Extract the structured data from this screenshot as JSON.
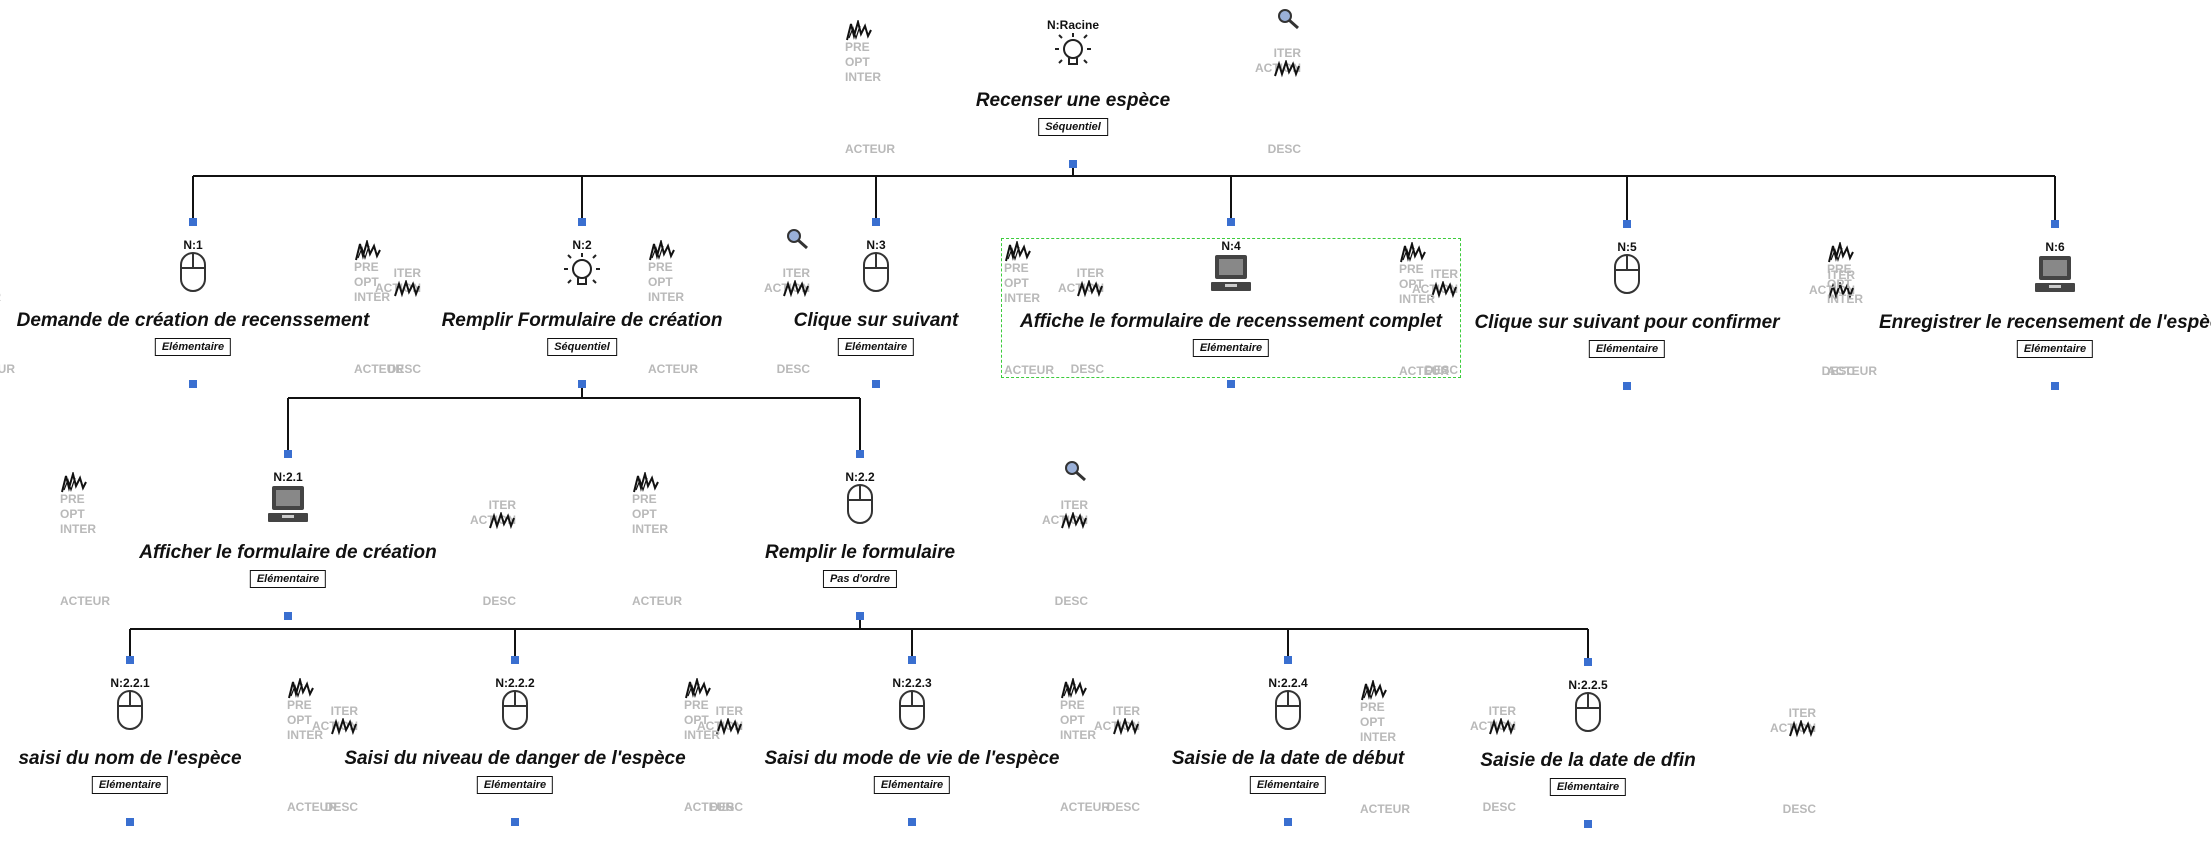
{
  "labels": {
    "pre": "PRE",
    "opt": "OPT",
    "inter": "INTER",
    "iter": "ITER",
    "action": "ACTION",
    "acteur": "ACTEUR",
    "desc": "DESC"
  },
  "nodes": {
    "root": {
      "num": "N:Racine",
      "title": "Recenser une espèce",
      "op": "Séquentiel",
      "icon": "lightbulb-icon",
      "tool": true
    },
    "n1": {
      "num": "N:1",
      "title": "Demande de création de recenssement",
      "op": "Elémentaire",
      "icon": "mouse-icon",
      "tool": false
    },
    "n2": {
      "num": "N:2",
      "title": "Remplir Formulaire de création",
      "op": "Séquentiel",
      "icon": "lightbulb-icon",
      "tool": true
    },
    "n3": {
      "num": "N:3",
      "title": "Clique sur suivant",
      "op": "Elémentaire",
      "icon": "mouse-icon",
      "tool": false
    },
    "n4": {
      "num": "N:4",
      "title": "Affiche le formulaire de recenssement complet",
      "op": "Elémentaire",
      "icon": "computer-icon",
      "tool": false
    },
    "n5": {
      "num": "N:5",
      "title": "Clique sur suivant pour confirmer",
      "op": "Elémentaire",
      "icon": "mouse-icon",
      "tool": false
    },
    "n6": {
      "num": "N:6",
      "title": "Enregistrer le recensement de l'espèce",
      "op": "Elémentaire",
      "icon": "computer-icon",
      "tool": false
    },
    "n21": {
      "num": "N:2.1",
      "title": "Afficher le formulaire de création",
      "op": "Elémentaire",
      "icon": "computer-icon",
      "tool": false
    },
    "n22": {
      "num": "N:2.2",
      "title": "Remplir le formulaire",
      "op": "Pas d'ordre",
      "icon": "mouse-icon",
      "tool": true
    },
    "n221": {
      "num": "N:2.2.1",
      "title": "saisi du nom de l'espèce",
      "op": "Elémentaire",
      "icon": "mouse-icon",
      "tool": false
    },
    "n222": {
      "num": "N:2.2.2",
      "title": "Saisi du niveau de danger de l'espèce",
      "op": "Elémentaire",
      "icon": "mouse-icon",
      "tool": false
    },
    "n223": {
      "num": "N:2.2.3",
      "title": "Saisi du mode de vie de l'espèce",
      "op": "Elémentaire",
      "icon": "mouse-icon",
      "tool": false
    },
    "n224": {
      "num": "N:2.2.4",
      "title": "Saisie de la date de début",
      "op": "Elémentaire",
      "icon": "mouse-icon",
      "tool": false
    },
    "n225": {
      "num": "N:2.2.5",
      "title": "Saisie de la date de dfin",
      "op": "Elémentaire",
      "icon": "mouse-icon",
      "tool": false
    }
  }
}
